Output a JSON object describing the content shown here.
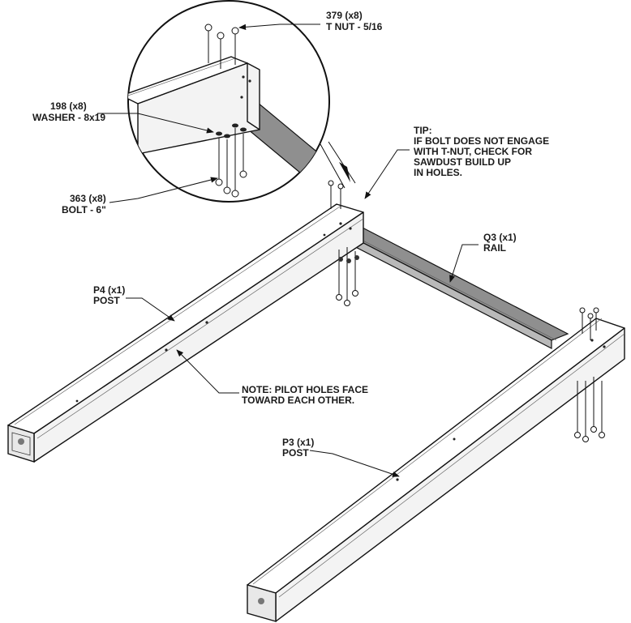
{
  "callouts": {
    "tnut": {
      "line1": "379 (x8)",
      "line2": "T NUT - 5/16"
    },
    "washer": {
      "line1": "198 (x8)",
      "line2": "WASHER - 8x19"
    },
    "bolt": {
      "line1": "363 (x8)",
      "line2": "BOLT - 6\""
    },
    "tip": {
      "line1": "TIP:",
      "line2": "IF BOLT DOES NOT ENGAGE",
      "line3": "WITH T-NUT, CHECK FOR",
      "line4": "SAWDUST BUILD UP",
      "line5": "IN HOLES."
    },
    "rail": {
      "line1": "Q3 (x1)",
      "line2": "RAIL"
    },
    "post_p4": {
      "line1": "P4 (x1)",
      "line2": "POST"
    },
    "note": {
      "line1": "NOTE: PILOT HOLES FACE",
      "line2": "TOWARD EACH OTHER."
    },
    "post_p3": {
      "line1": "P3 (x1)",
      "line2": "POST"
    }
  },
  "colors": {
    "line": "#111111",
    "rail_top": "#8f8f8f",
    "rail_side": "#b9b9b9",
    "post": "#ffffff"
  }
}
